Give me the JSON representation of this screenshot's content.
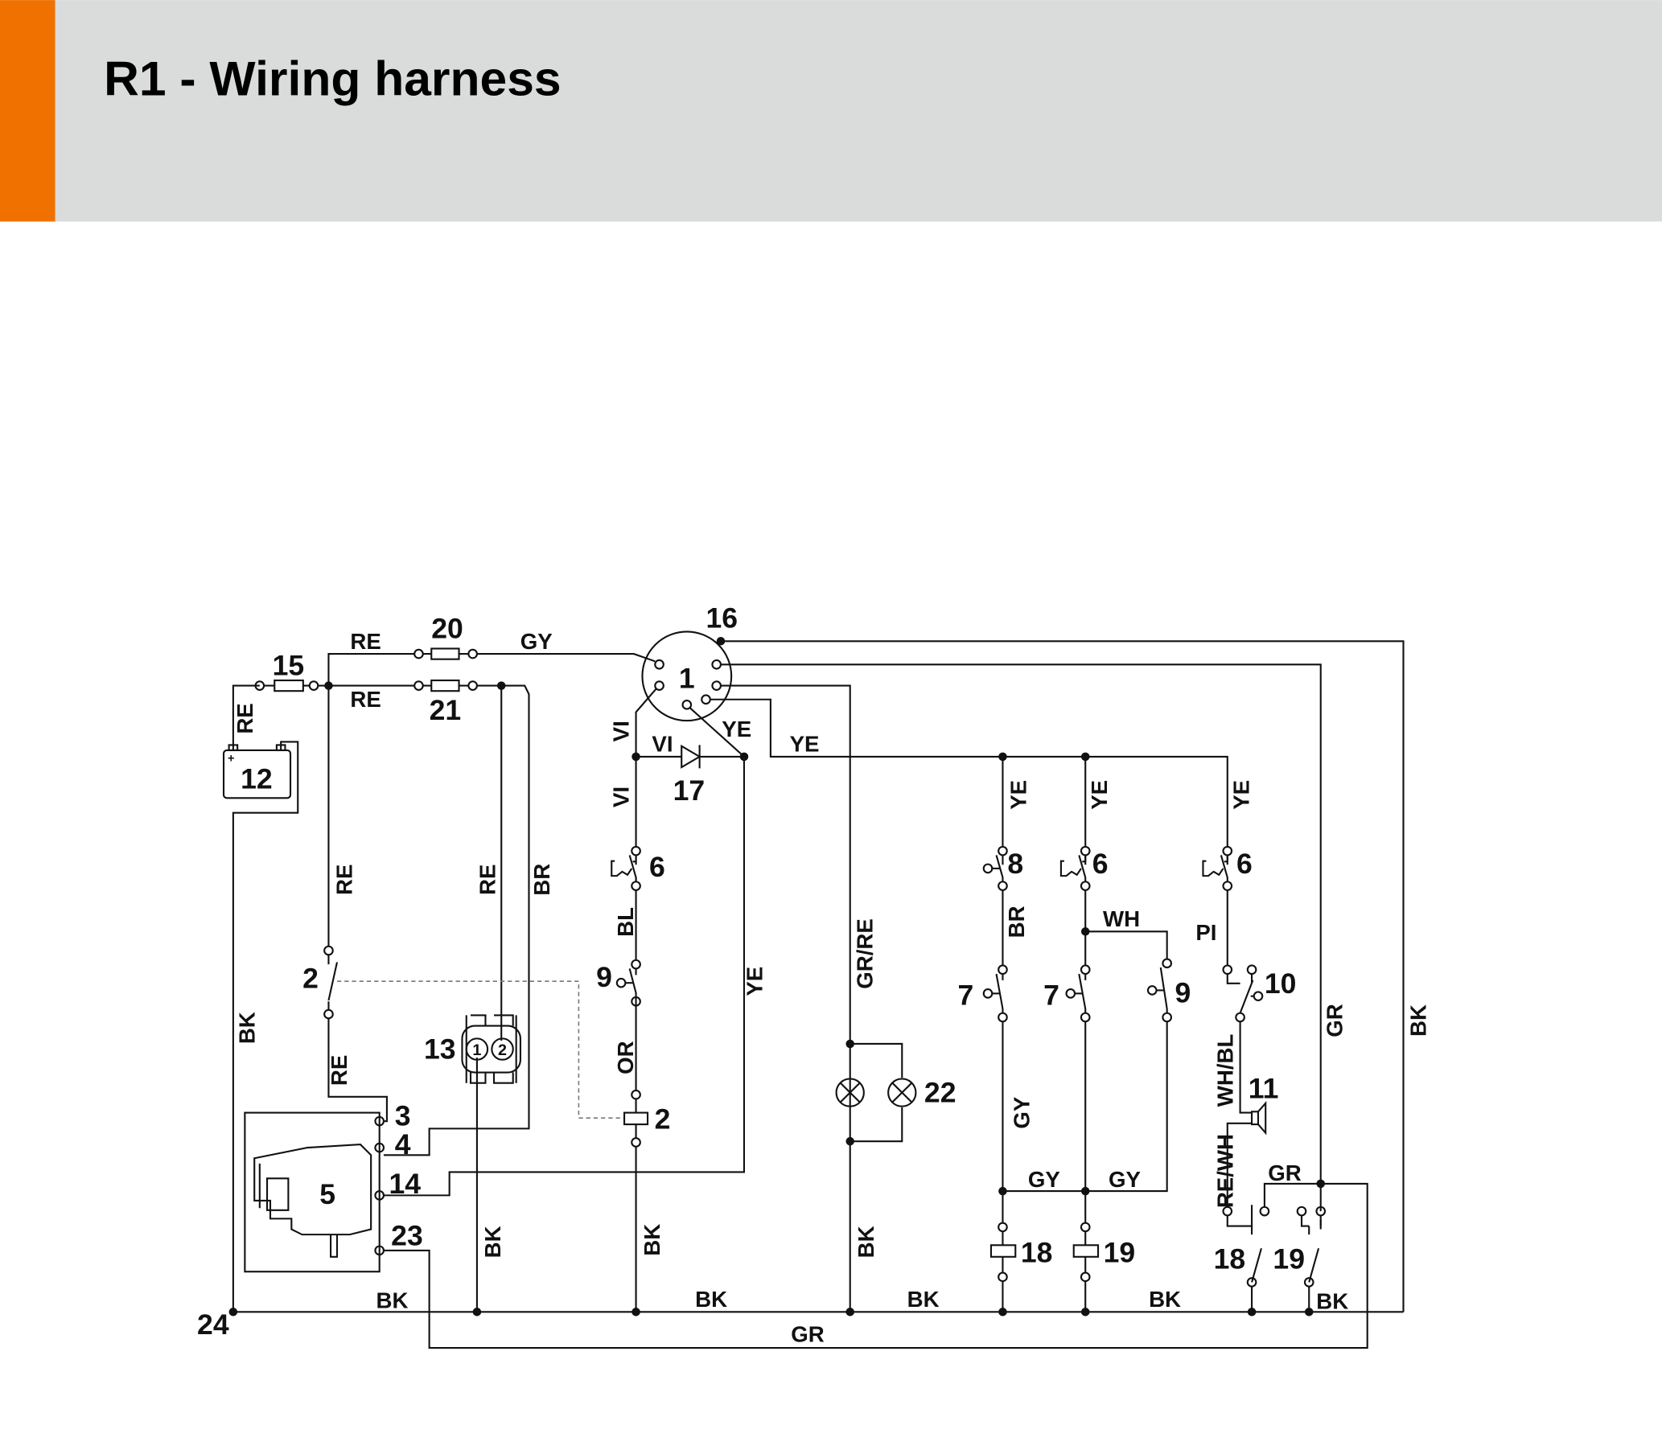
{
  "header": {
    "title": "R1 - Wiring harness",
    "accent_color": "#F07100",
    "band_color": "#DADBDB"
  },
  "labels": [
    "RE",
    "GY",
    "RE",
    "20",
    "21",
    "15",
    "RE",
    "12",
    "16",
    "1",
    "VI",
    "VI",
    "YE",
    "YE",
    "17",
    "VI",
    "6",
    "BL",
    "9",
    "OR",
    "2",
    "RE",
    "RE",
    "BR",
    "2",
    "RE",
    "13",
    "BK",
    "3",
    "4",
    "14",
    "23",
    "5",
    "BK",
    "BK",
    "BK",
    "BK",
    "BK",
    "BK",
    "BK",
    "BK",
    "GR",
    "24",
    "YE",
    "GR/RE",
    "22",
    "YE",
    "YE",
    "YE",
    "8",
    "6",
    "6",
    "BR",
    "WH",
    "PI",
    "7",
    "7",
    "9",
    "10",
    "GY",
    "GY",
    "GY",
    "11",
    "WH/BL",
    "RE/WH",
    "GR",
    "18",
    "19",
    "18",
    "19",
    "GR",
    "BK",
    "1",
    "2"
  ]
}
